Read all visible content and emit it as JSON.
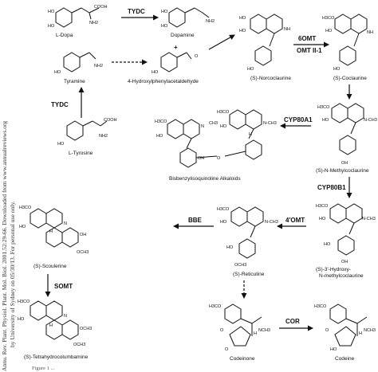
{
  "compounds": {
    "ldopa": "L-Dopa",
    "dopamine": "Dopamine",
    "tyramine": "Tyramine",
    "hpaa": "4-Hydroxylphenylacetaldehyde",
    "ltyrosine": "L-Tyrosine",
    "norcoclaurine": "(S)-Norcoclaurine",
    "coclaurine": "(S)-Coclaurine",
    "nmc": "(S)-N-Methylcoclaurine",
    "bbiq": "Bisbenzylisoquinoline Alkaloids",
    "hmc1": "(S)-3'-Hydroxy-",
    "hmc2": "N-methylcoclaurine",
    "reticuline": "(S)-Reticuline",
    "scoulerine": "(S)-Scoulerine",
    "thc": "(S)-Tetrahydrocolumbamine",
    "codeinone": "Codeinone",
    "codeine": "Codeine"
  },
  "enzymes": {
    "tydc1": "TYDC",
    "tydc2": "TYDC",
    "omt6": "6OMT",
    "omt2": "OMT II-1",
    "cyp80a1": "CYP80A1",
    "cyp80b1": "CYP80B1",
    "omt4": "4'OMT",
    "bbe": "BBE",
    "somt": "SOMT",
    "cor": "COR"
  },
  "atoms": {
    "ho": "HO",
    "oh": "OH",
    "nh": "NH",
    "nh2": "NH2",
    "cooh": "COOH",
    "h3co": "H3CO",
    "och3": "OCH3",
    "ch3": "CH3",
    "nch3": "N-CH3",
    "nch3b": "NCH3",
    "n": "N",
    "o": "O",
    "h": "H",
    "plus": "+"
  },
  "side_text": [
    "Annu. Rev. Plant. Physiol. Plant. Mol. Biol. 2001.52:29-66. Downloaded from www.annualreviews.org",
    "by University of Sydney on 05/30/13. For personal use only."
  ],
  "caption_fragment": "Figure 1 ..."
}
